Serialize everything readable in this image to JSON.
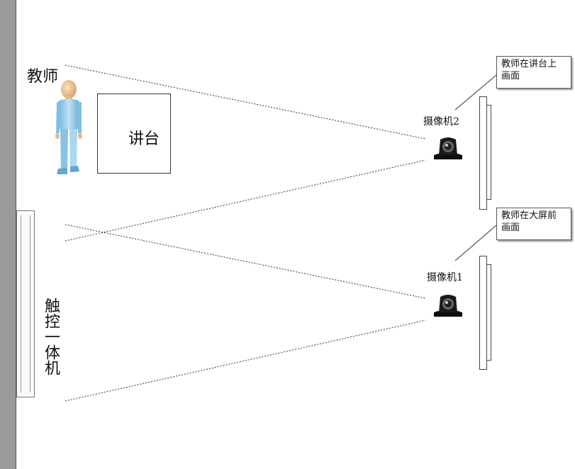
{
  "labels": {
    "teacher": "教师",
    "podium": "讲台",
    "touch_panel": "触控一体机",
    "camera_top": "摄像机2",
    "camera_bottom": "摄像机1"
  },
  "callouts": {
    "top_line1": "教师在讲台上",
    "top_line2": "画面",
    "bottom_line1": "教师在大屏前",
    "bottom_line2": "画面"
  },
  "colors": {
    "wall": "#9a9a9a",
    "person_body": "#9cd0ea",
    "person_head": "#f0c89a",
    "camera_body": "#111111"
  },
  "icons": {
    "teacher": "person-icon",
    "cameras": "ptz-camera-icon"
  }
}
